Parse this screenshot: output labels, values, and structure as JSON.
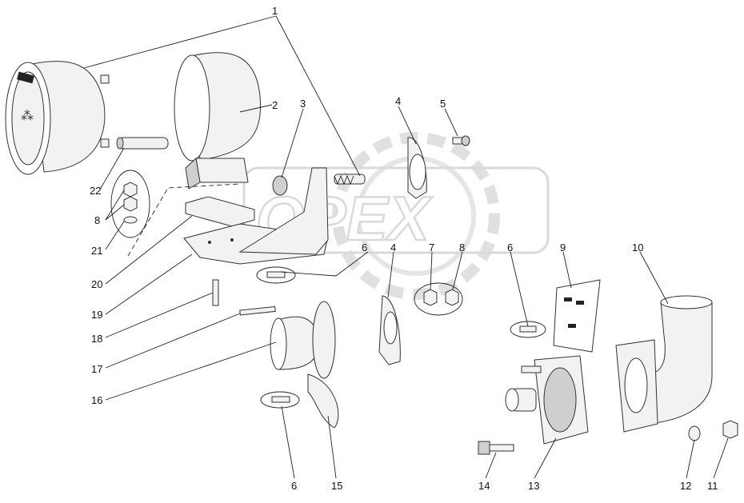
{
  "watermark": "OPEX",
  "callouts": [
    "1",
    "2",
    "3",
    "4",
    "5",
    "4",
    "6",
    "7",
    "8",
    "6",
    "9",
    "10",
    "22",
    "8",
    "21",
    "20",
    "19",
    "18",
    "17",
    "16",
    "6",
    "15",
    "14",
    "13",
    "12",
    "11"
  ]
}
